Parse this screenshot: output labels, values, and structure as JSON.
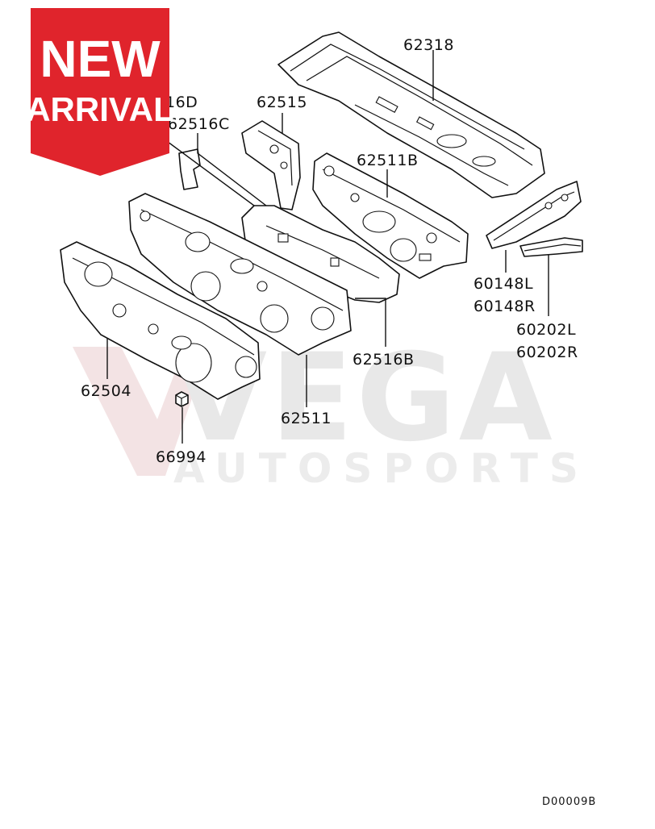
{
  "badge": {
    "line1": "NEW",
    "line2": "ARRIVAL",
    "color": "#e0242c"
  },
  "watermark": {
    "brand": "VEGA",
    "tagline": "AUTOSPORTS",
    "color": "#e8e8e8"
  },
  "part_labels": {
    "p62318": "62318",
    "p62515": "62515",
    "p62516d": "16D",
    "p62516c": "62516C",
    "p62511b": "62511B",
    "p60148l": "60148L",
    "p60148r": "60148R",
    "p60202l": "60202L",
    "p60202r": "60202R",
    "p62516b": "62516B",
    "p62504": "62504",
    "p62511": "62511",
    "p66994": "66994"
  },
  "diagram_code": "D00009B"
}
